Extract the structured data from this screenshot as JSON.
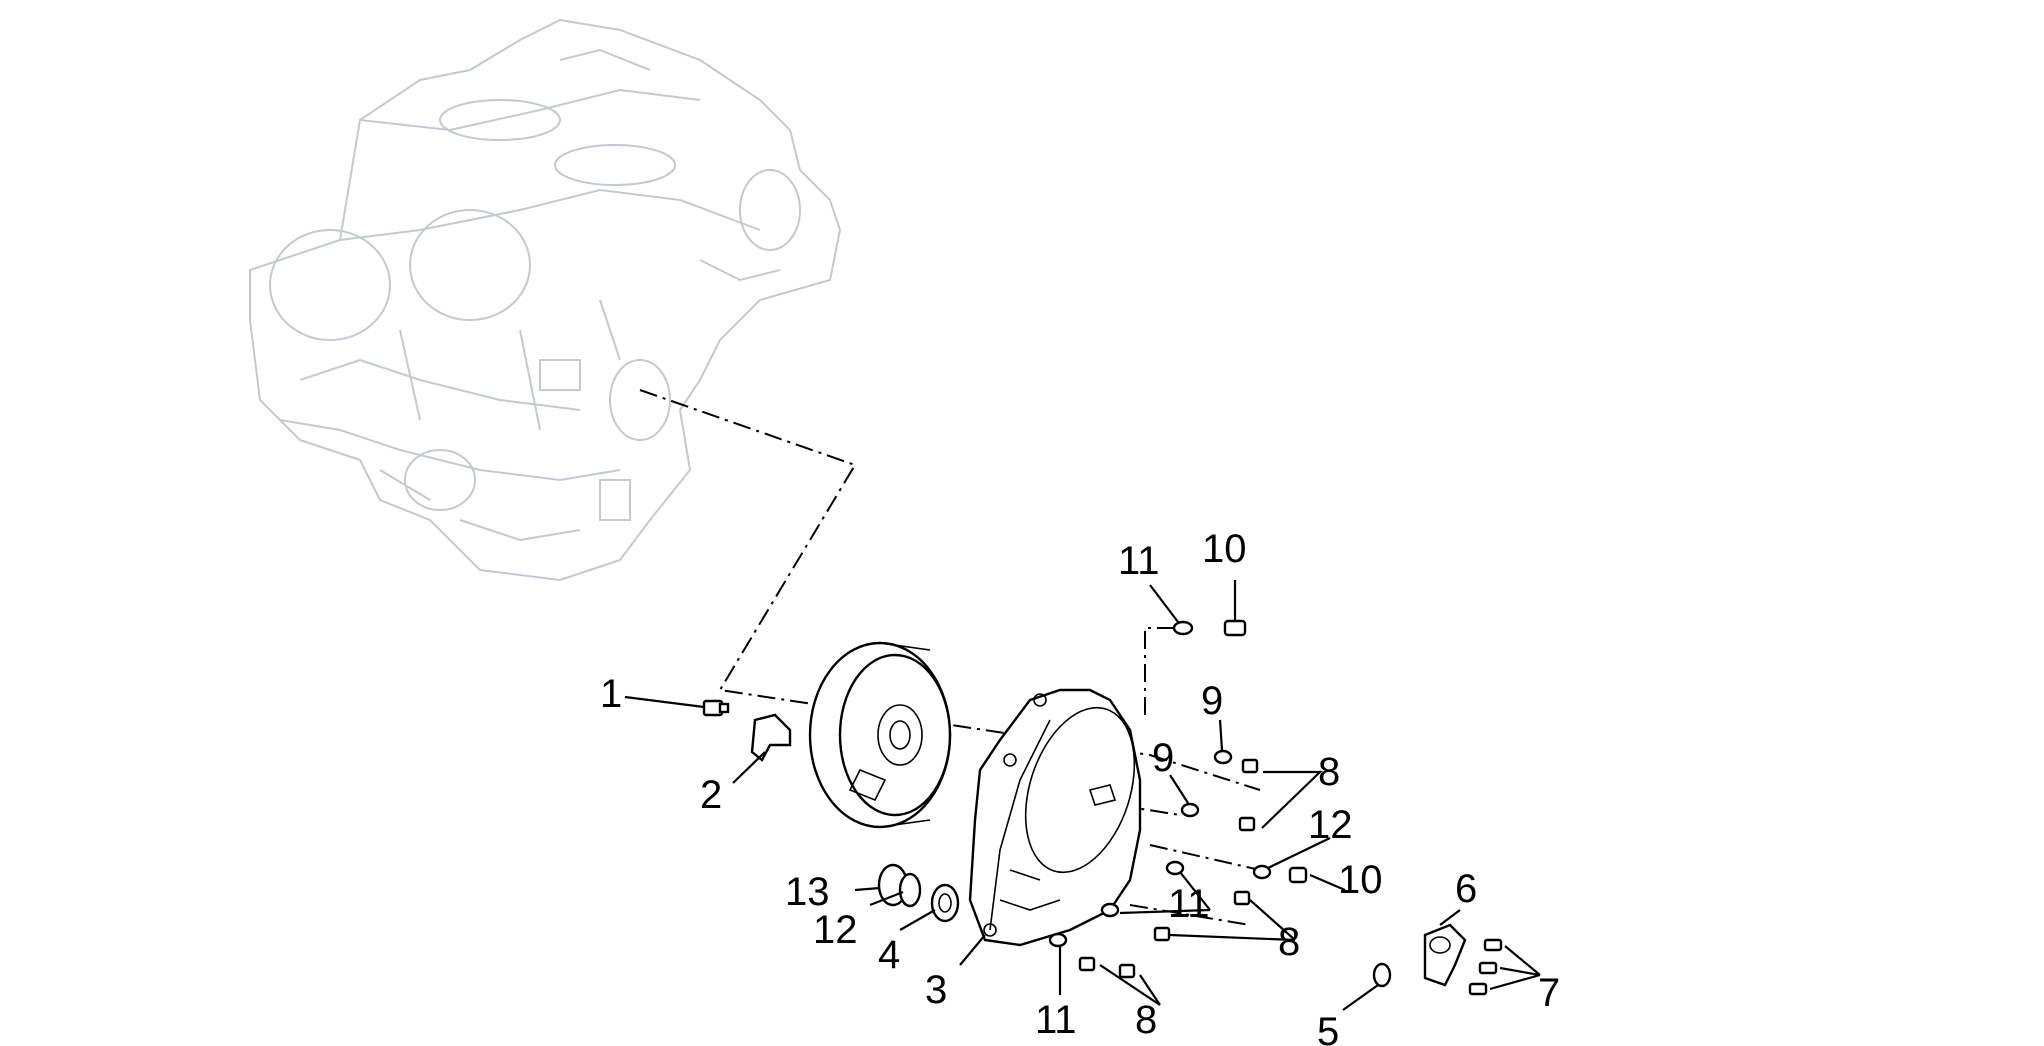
{
  "diagram": {
    "callouts": [
      {
        "id": "c1",
        "text": "1"
      },
      {
        "id": "c2",
        "text": "2"
      },
      {
        "id": "c3",
        "text": "3"
      },
      {
        "id": "c4",
        "text": "4"
      },
      {
        "id": "c5",
        "text": "5"
      },
      {
        "id": "c6",
        "text": "6"
      },
      {
        "id": "c7",
        "text": "7"
      },
      {
        "id": "c8a",
        "text": "8"
      },
      {
        "id": "c8b",
        "text": "8"
      },
      {
        "id": "c8c",
        "text": "8"
      },
      {
        "id": "c9a",
        "text": "9"
      },
      {
        "id": "c9b",
        "text": "9"
      },
      {
        "id": "c10a",
        "text": "10"
      },
      {
        "id": "c10b",
        "text": "10"
      },
      {
        "id": "c11a",
        "text": "11"
      },
      {
        "id": "c11b",
        "text": "11"
      },
      {
        "id": "c11c",
        "text": "11"
      },
      {
        "id": "c12a",
        "text": "12"
      },
      {
        "id": "c12b",
        "text": "12"
      },
      {
        "id": "c13",
        "text": "13"
      }
    ]
  }
}
